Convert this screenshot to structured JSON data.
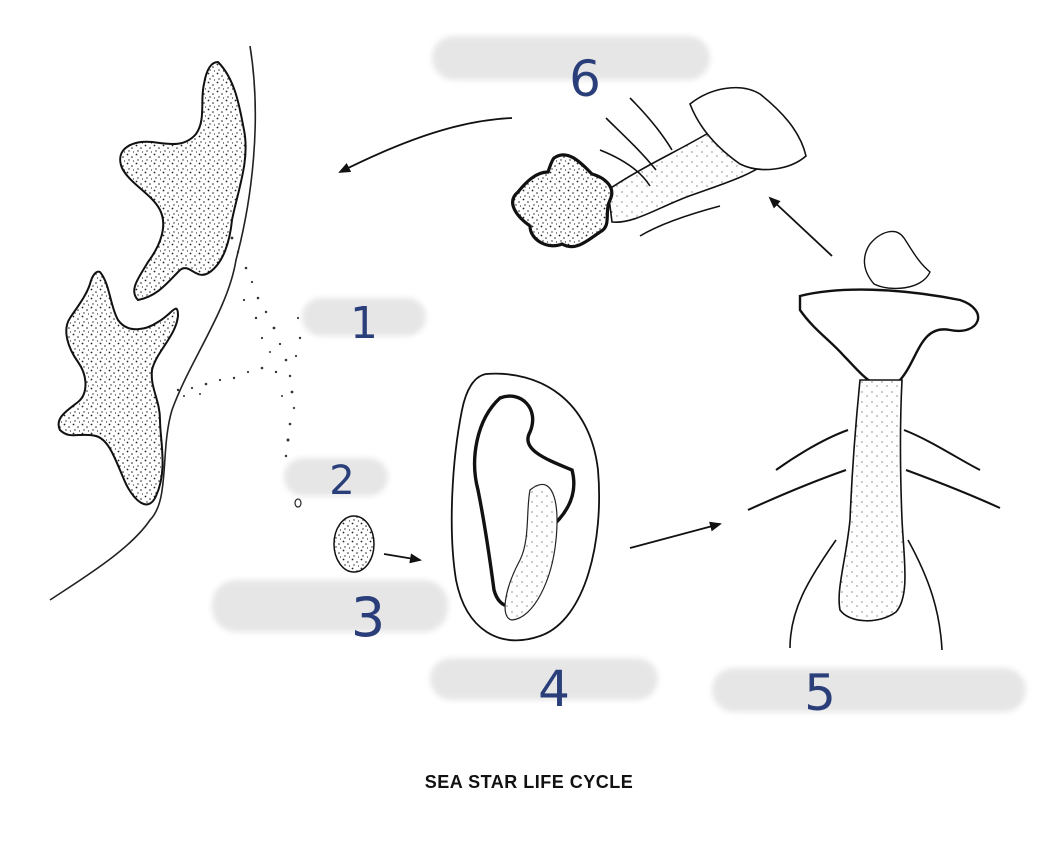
{
  "diagram": {
    "title": "SEA STAR LIFE CYCLE",
    "labels": [
      {
        "id": "1",
        "text": "1"
      },
      {
        "id": "2",
        "text": "2"
      },
      {
        "id": "3",
        "text": "3"
      },
      {
        "id": "4",
        "text": "4"
      },
      {
        "id": "5",
        "text": "5"
      },
      {
        "id": "6",
        "text": "6"
      }
    ]
  }
}
